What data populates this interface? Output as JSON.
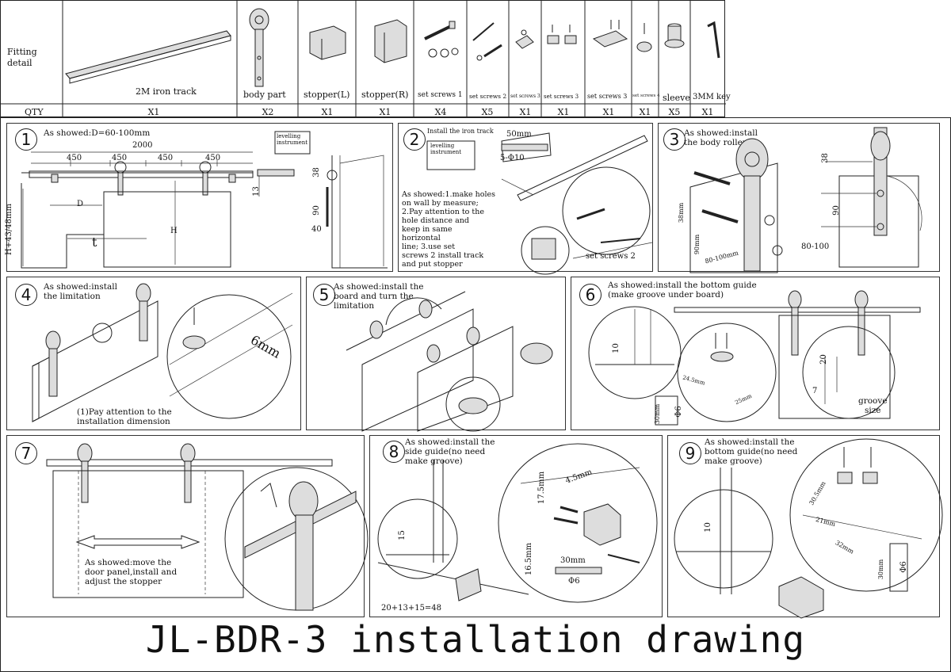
{
  "fitting_table": {
    "row_label": "Fitting\ndetail",
    "qty_label": "QTY",
    "items": [
      {
        "name": "2M iron track",
        "qty": "X1"
      },
      {
        "name": "body part",
        "qty": "X2"
      },
      {
        "name": "stopper(L)",
        "qty": "X1"
      },
      {
        "name": "stopper(R)",
        "qty": "X1"
      },
      {
        "name": "set screws 1",
        "qty": "X4"
      },
      {
        "name": "set screws 2",
        "qty": "X5"
      },
      {
        "name": "set screws 3",
        "qty": "X1"
      },
      {
        "name": "set screws 3",
        "qty": "X1"
      },
      {
        "name": "set screws 3",
        "qty": "X1"
      },
      {
        "name": "set screws 4",
        "qty": "X1"
      },
      {
        "name": "sleeve",
        "qty": "X5"
      },
      {
        "name": "3MM key",
        "qty": "X1"
      }
    ]
  },
  "steps": [
    {
      "num": "1",
      "note": "As showed:D=60-100mm",
      "dims": {
        "total": "2000",
        "a": "450",
        "b": "450",
        "c": "450",
        "d": "450",
        "D": "D",
        "t": "t",
        "H": "H",
        "height": "H+43/48mm",
        "d13": "13",
        "d38": "38",
        "d90": "90",
        "d40": "40",
        "level": "levelling\ninstrument"
      }
    },
    {
      "num": "2",
      "note": "Install the iron track",
      "detail": "As showed:1.make holes\n on wall by measure;\n2.Pay attention to the\n hole distance and\nkeep in same\nhorizontal\nline;  3.use set\nscrews 2 install track\n and put stopper",
      "dims": {
        "d50": "50mm",
        "phi": "5-Φ10",
        "level": "levelling\ninstrument",
        "screws": "set screws 2"
      }
    },
    {
      "num": "3",
      "note": "As showed:install\nthe body roller",
      "dims": {
        "d38": "38",
        "d90": "90",
        "d80": "80-100",
        "h38": "38mm",
        "h90": "90mm",
        "w80": "80-100mm"
      }
    },
    {
      "num": "4",
      "note": "As showed:install\nthe limitation",
      "foot": "(1)Pay attention to the\ninstallation dimension",
      "dims": {
        "d6": "6mm"
      }
    },
    {
      "num": "5",
      "note": "As showed:install the\nboard and turn the\nlimitation"
    },
    {
      "num": "6",
      "note": "As showed:install the bottom guide\n(make groove under board)",
      "dims": {
        "d10": "10",
        "d20": "20",
        "d7": "7",
        "groove": "groove\nsize",
        "d30": "30mm",
        "phi6": "Φ6",
        "d245": "24.5mm",
        "d25": "25mm"
      }
    },
    {
      "num": "7",
      "note": "As showed:move the\ndoor panel,install and\nadjust the stopper"
    },
    {
      "num": "8",
      "note": "As showed:install the\nside guide(no need\nmake groove)",
      "dims": {
        "d15": "15",
        "d175": "17.5mm",
        "d45": "4.5mm",
        "d165": "16.5mm",
        "d30": "30mm",
        "phi6": "Φ6",
        "sum": "20+13+15=48"
      }
    },
    {
      "num": "9",
      "note": "As showed:install the\nbottom guide(no need\nmake groove)",
      "dims": {
        "d10": "10",
        "d305": "30.5mm",
        "d21": "21mm",
        "d32": "32mm",
        "d30": "30mm",
        "phi6": "Φ6"
      }
    }
  ],
  "title": "JL-BDR-3 installation drawing"
}
